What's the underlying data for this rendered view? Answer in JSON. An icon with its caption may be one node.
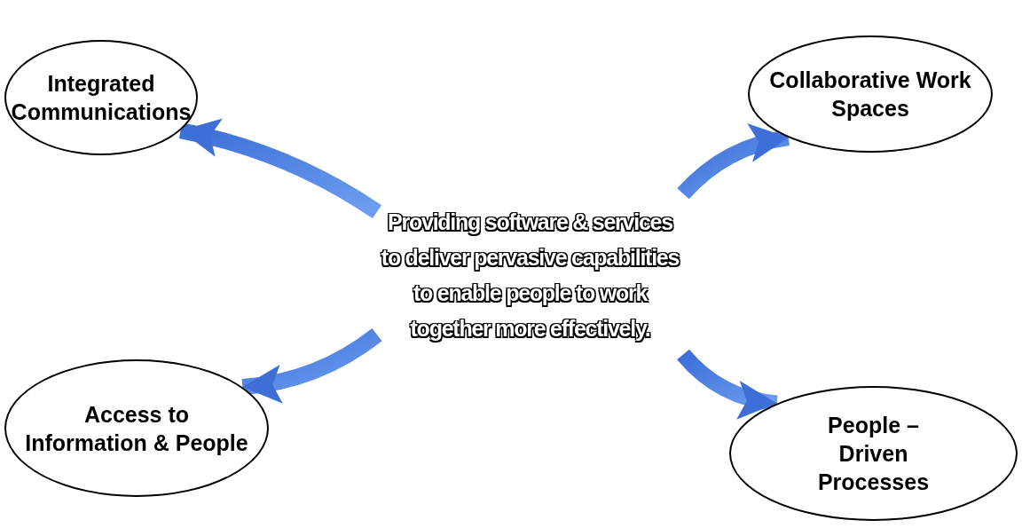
{
  "diagram": {
    "nodes": [
      {
        "text": [
          "Providing software & services to deliver pervasive capabilities to enable people to work together more effectively."
        ]
      },
      {
        "text": [
          "Integrated Communications"
        ]
      },
      {
        "text": [
          "Collaborative Work Spaces"
        ]
      },
      {
        "text": [
          "Access to Information & People"
        ]
      },
      {
        "text": [
          "People – Driven Processes"
        ]
      }
    ],
    "edges": [
      {
        "from": 0,
        "to": 1,
        "arrow": "to"
      },
      {
        "from": 0,
        "to": 2,
        "arrow": "to"
      },
      {
        "from": 0,
        "to": 3,
        "arrow": "to"
      },
      {
        "from": 0,
        "to": 4,
        "arrow": "to"
      }
    ]
  }
}
